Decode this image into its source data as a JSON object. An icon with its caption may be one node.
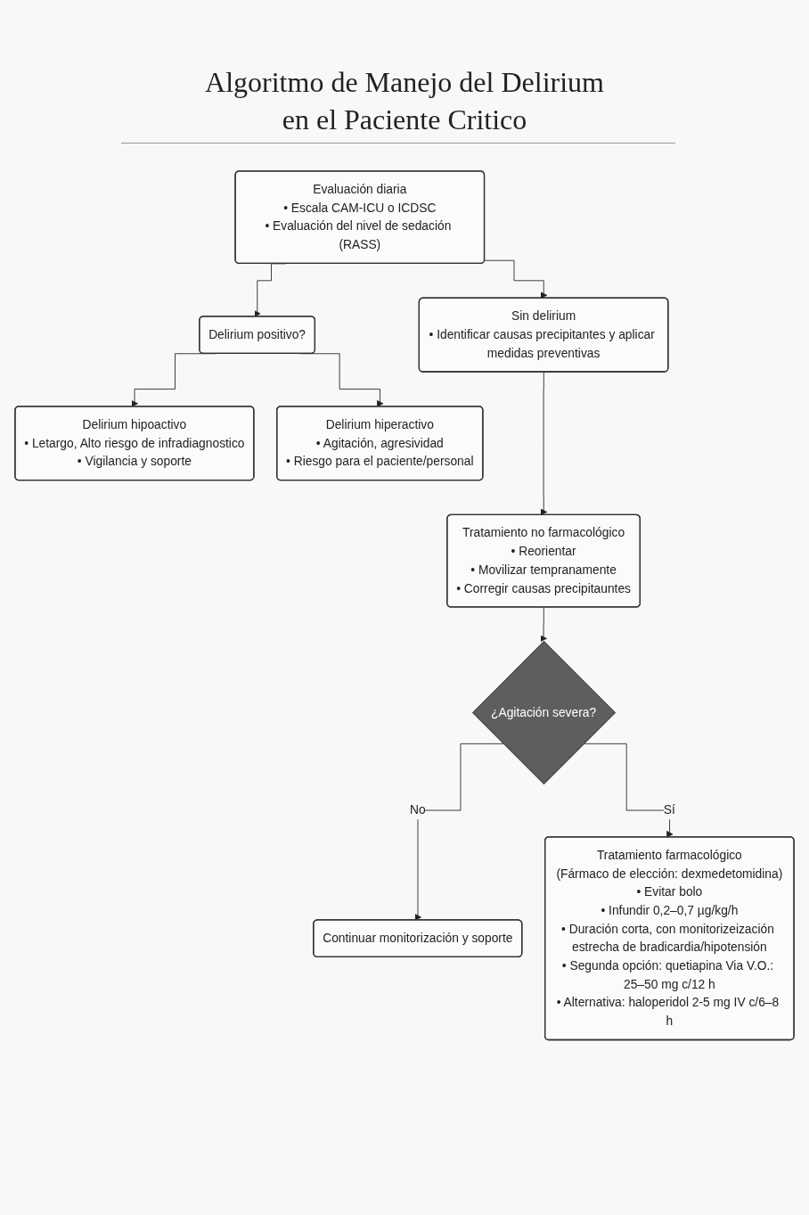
{
  "diagram": {
    "title": "Algoritmo de Manejo del Delirium en el Paciente Critico",
    "nodes": [
      {
        "text": [
          "Evaluación diaria",
          "• Escala CAM-ICU o ICDSC",
          "• Evaluación del nivel de sedación (RASS)"
        ]
      },
      {
        "text": [
          "Sin delirium",
          "• Identificar causas precipitantes y aplicar medidas preventivas"
        ]
      },
      {
        "text": [
          "Delirium positivo?"
        ]
      },
      {
        "text": [
          "Delirium hipoactivo",
          "• Letargo, Alto riesgo de infradiagnostico",
          "• Vigilancia y soporte"
        ]
      },
      {
        "text": [
          "Delirium hiperactivo",
          "• Agitación, agresividad",
          "• Riesgo para el paciente/personal"
        ]
      },
      {
        "text": [
          "Tratamiento no farmacológico",
          "• Reorientar",
          "• Movilizar tempranamente",
          "• Corregir causas precipitauntes"
        ]
      },
      {
        "text": [
          "¿Agitación severa?"
        ]
      },
      {
        "text": [
          "Continuar monitorización y soporte"
        ]
      },
      {
        "text": [
          "Tratamiento farmacológico",
          "(Fármaco de elección: dexmedetomidina)",
          "• Evitar bolo",
          "• Infundir 0,2–0,7 µg/kg/h",
          "• Duración corta, con monitorizeización estrecha de bradicardia/hipotensión",
          "• Segunda opción: quetiapina Via V.O.: 25–50 mg c/12 h",
          "• Alternativa: haloperidol 2-5 mg IV c/6–8 h"
        ]
      }
    ],
    "edges": [
      {
        "from": 0,
        "to": 1,
        "arrow": "to"
      },
      {
        "from": 0,
        "to": 2,
        "arrow": "to"
      },
      {
        "from": 2,
        "to": 3,
        "arrow": "to"
      },
      {
        "from": 2,
        "to": 4,
        "arrow": "to"
      },
      {
        "from": 1,
        "to": 5,
        "arrow": "to"
      },
      {
        "from": 5,
        "to": 6,
        "arrow": "to"
      },
      {
        "from": 6,
        "to": 7,
        "label": "No",
        "arrow": "to"
      },
      {
        "from": 6,
        "to": 8,
        "label": "Sí",
        "arrow": "to"
      }
    ]
  }
}
